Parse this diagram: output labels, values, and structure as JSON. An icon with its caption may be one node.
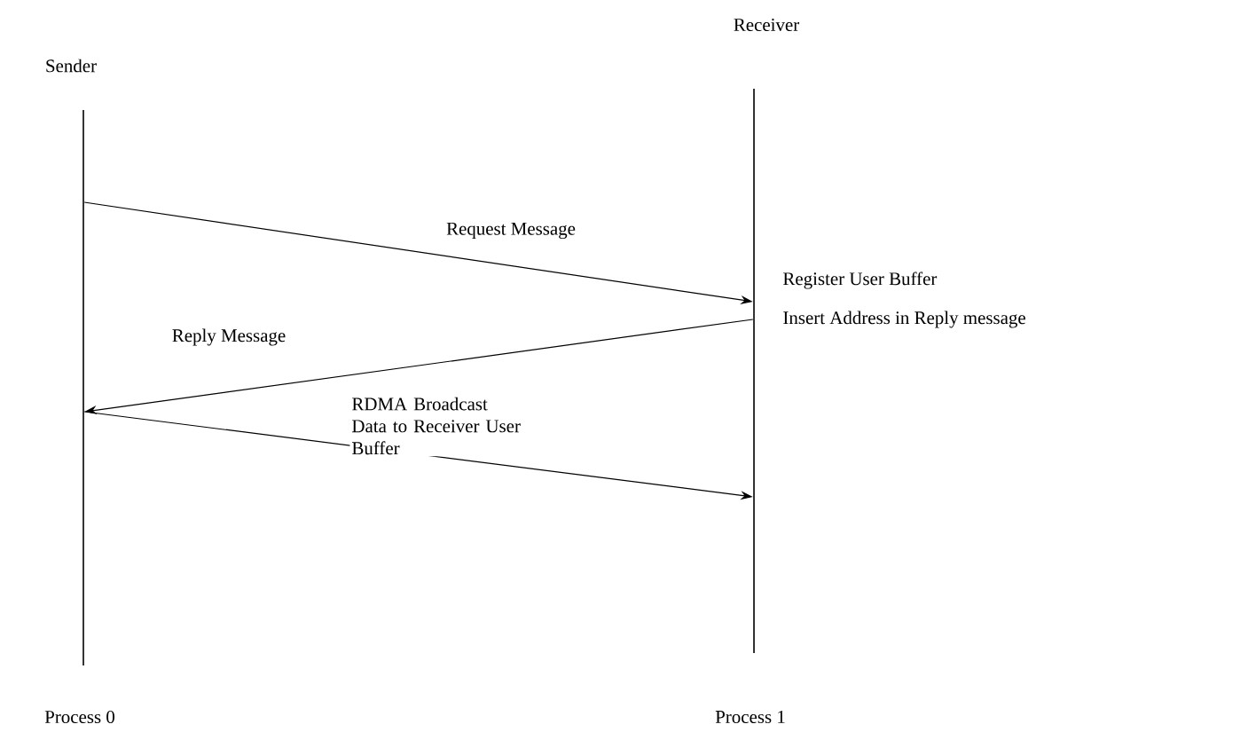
{
  "diagram": {
    "nodes": [
      {
        "text": [
          "Sender",
          "Process 0"
        ]
      },
      {
        "text": [
          "Receiver",
          "Process 1"
        ]
      }
    ],
    "edges": [
      {
        "from": 0,
        "to": 1,
        "arrow": "to",
        "label": "Request Message"
      },
      {
        "from": 1,
        "to": 0,
        "arrow": "to",
        "label": "Reply Message"
      },
      {
        "from": 0,
        "to": 1,
        "arrow": "to",
        "label": "RDMA Broadcast Data to Receiver User Buffer"
      }
    ],
    "labels": [
      "Register User Buffer",
      "Insert Address in Reply message"
    ]
  }
}
